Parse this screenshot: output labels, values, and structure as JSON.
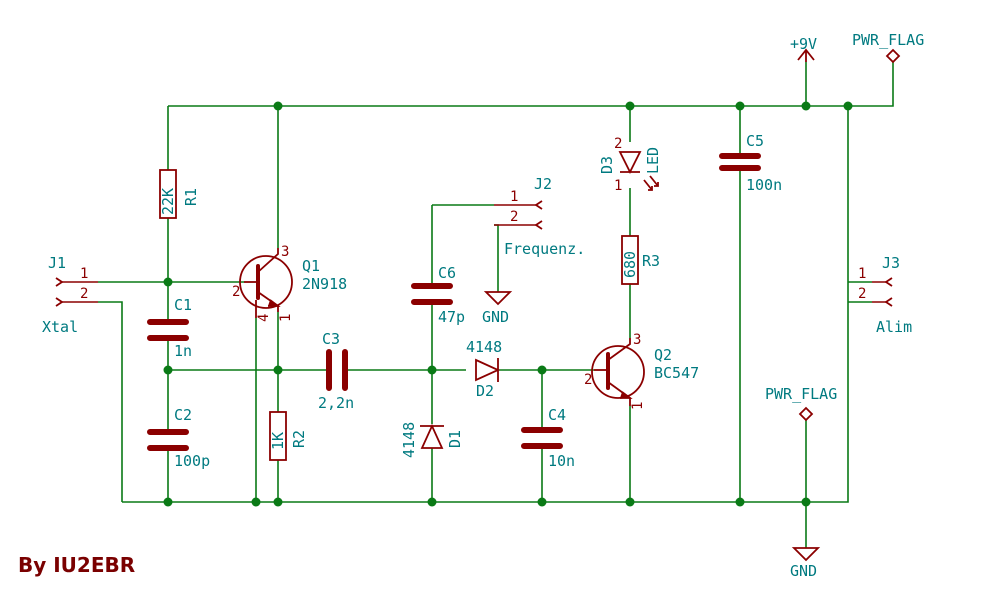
{
  "credit": "By IU2EBR",
  "power": {
    "vcc": "+9V",
    "gnd": "GND",
    "pwr_flag": "PWR_FLAG"
  },
  "connectors": {
    "j1": {
      "ref": "J1",
      "value": "Xtal",
      "pins": [
        "1",
        "2"
      ]
    },
    "j2": {
      "ref": "J2",
      "value": "Frequenz.",
      "pins": [
        "1",
        "2"
      ]
    },
    "j3": {
      "ref": "J3",
      "value": "Alim",
      "pins": [
        "1",
        "2"
      ]
    }
  },
  "resistors": {
    "r1": {
      "ref": "R1",
      "value": "22K"
    },
    "r2": {
      "ref": "R2",
      "value": "1K"
    },
    "r3": {
      "ref": "R3",
      "value": "680"
    }
  },
  "capacitors": {
    "c1": {
      "ref": "C1",
      "value": "1n"
    },
    "c2": {
      "ref": "C2",
      "value": "100p"
    },
    "c3": {
      "ref": "C3",
      "value": "2,2n"
    },
    "c4": {
      "ref": "C4",
      "value": "10n"
    },
    "c5": {
      "ref": "C5",
      "value": "100n"
    },
    "c6": {
      "ref": "C6",
      "value": "47p"
    }
  },
  "transistors": {
    "q1": {
      "ref": "Q1",
      "value": "2N918",
      "pins": [
        "2",
        "3",
        "1",
        "4"
      ]
    },
    "q2": {
      "ref": "Q2",
      "value": "BC547",
      "pins": [
        "2",
        "3",
        "1"
      ]
    }
  },
  "diodes": {
    "d1": {
      "ref": "D1",
      "value": "4148"
    },
    "d2": {
      "ref": "D2",
      "value": "4148"
    },
    "d3": {
      "ref": "D3",
      "value": "LED",
      "pins": [
        "2",
        "1"
      ]
    }
  }
}
